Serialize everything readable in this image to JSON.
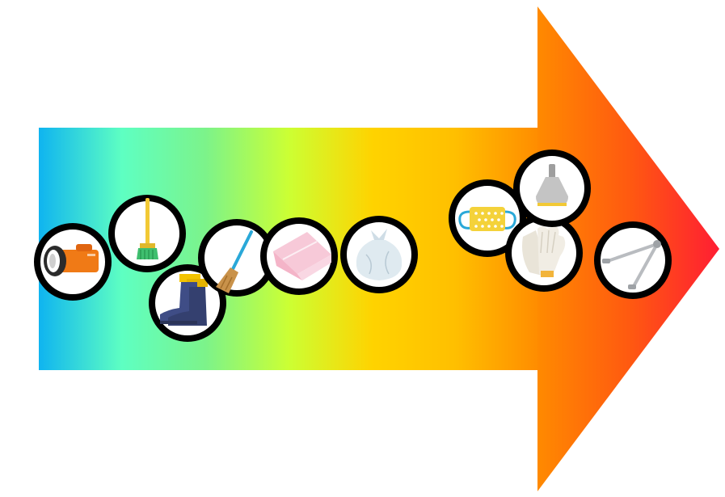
{
  "diagram": {
    "title": "",
    "arrow": {
      "shaft_gradient": [
        "#0fb4f0",
        "#5effc2",
        "#7cf38a",
        "#ccff33",
        "#ffd300",
        "#ffbf00",
        "#ff8c00"
      ],
      "head_gradient": [
        "#ff8a00",
        "#ff5a10",
        "#ff1e33"
      ]
    },
    "items": [
      {
        "id": "flashlight",
        "icon": "flashlight-icon",
        "color": "#f07a16"
      },
      {
        "id": "broom",
        "icon": "broom-icon",
        "color": "#f2c935"
      },
      {
        "id": "rubber-boots",
        "icon": "rubber-boots-icon",
        "color": "#3f4d86"
      },
      {
        "id": "hand-broom",
        "icon": "hand-broom-icon",
        "color": "#2aa8d8"
      },
      {
        "id": "cleaning-cloth",
        "icon": "cloth-icon",
        "color": "#f7c9d8"
      },
      {
        "id": "garbage-bag",
        "icon": "garbage-bag-icon",
        "color": "#dfeaf0"
      },
      {
        "id": "face-mask",
        "icon": "mask-icon",
        "color": "#f4d23a"
      },
      {
        "id": "dustpan",
        "icon": "dustpan-icon",
        "color": "#c4c4c4"
      },
      {
        "id": "work-gloves",
        "icon": "gloves-icon",
        "color": "#f1ede4"
      },
      {
        "id": "tongs",
        "icon": "tongs-icon",
        "color": "#b9bcc0"
      }
    ]
  }
}
